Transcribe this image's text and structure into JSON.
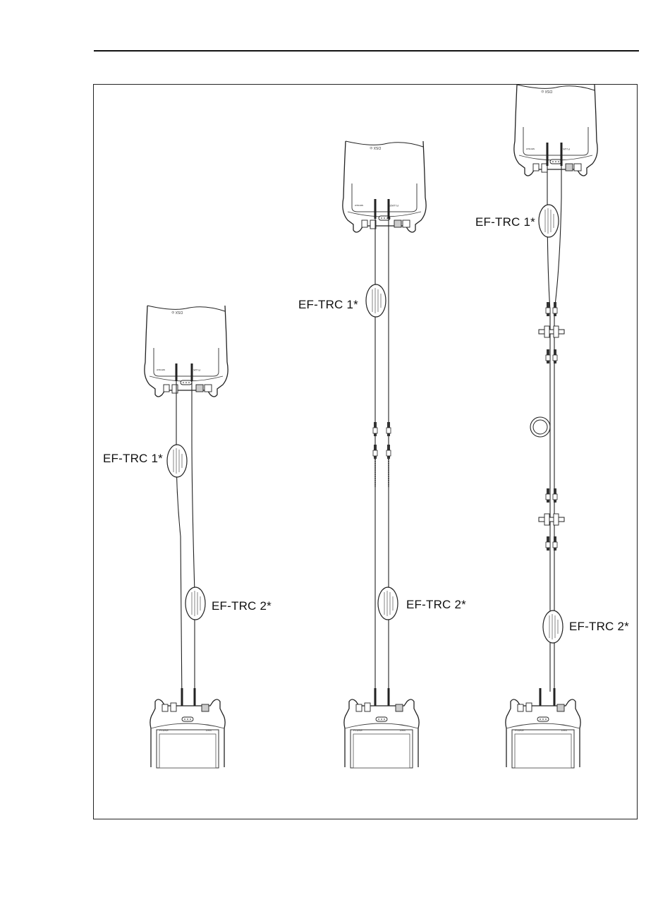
{
  "labels": {
    "setup1_trc1": "EF-TRC 1*",
    "setup1_trc2": "EF-TRC 2*",
    "setup2_trc1": "EF-TRC 1*",
    "setup2_trc2": "EF-TRC 2*",
    "setup3_trc1": "EF-TRC 1*",
    "setup3_trc2": "EF-TRC 2*"
  }
}
